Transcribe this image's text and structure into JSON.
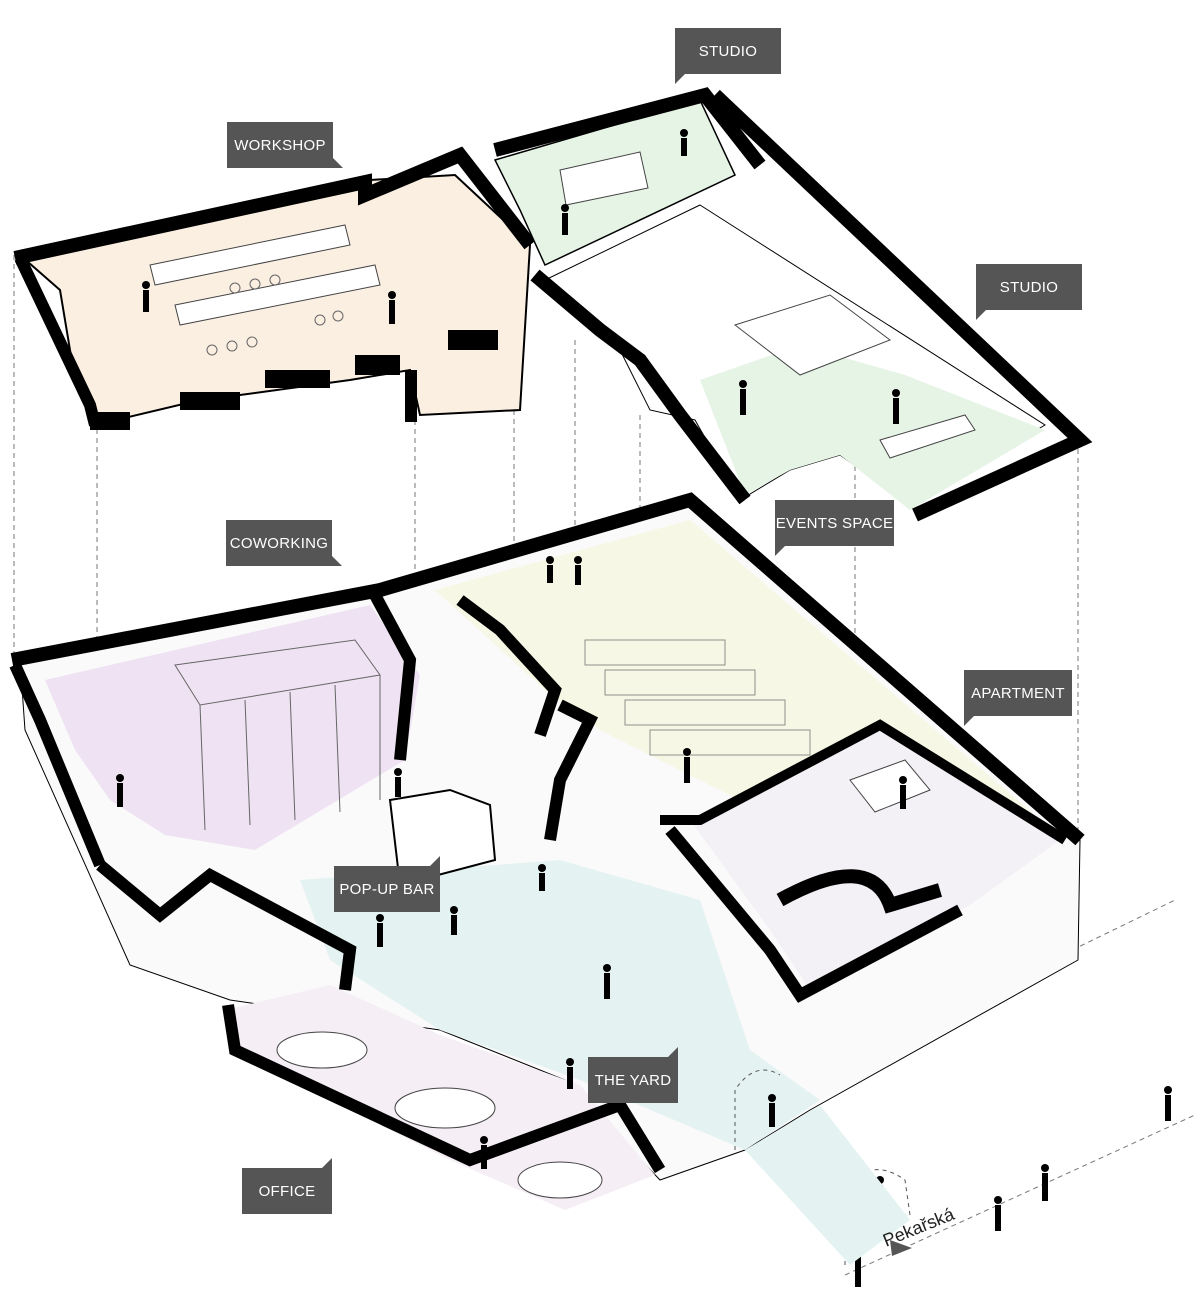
{
  "labels": {
    "studio_top": "STUDIO",
    "workshop": "WORKSHOP",
    "studio_right": "STUDIO",
    "coworking": "COWORKING",
    "events_space": "EVENTS SPACE",
    "apartment": "APARTMENT",
    "popup_bar": "POP-UP BAR",
    "the_yard": "THE YARD",
    "office": "OFFICE",
    "street": "Pekařská"
  },
  "colors": {
    "wall": "#000000",
    "label_bg": "#555555",
    "label_text": "#ffffff",
    "workshop_floor": "#fbefe2",
    "studio_floor": "#e6f4e6",
    "coworking_floor": "#efe2f3",
    "events_floor": "#f6f7e4",
    "yard_floor": "#e4f3f1",
    "office_floor": "#f5eef5",
    "apartment_floor": "#f4f1f6"
  },
  "icons": [
    "person-icon",
    "arrow-icon",
    "chair-icon",
    "table-icon"
  ]
}
